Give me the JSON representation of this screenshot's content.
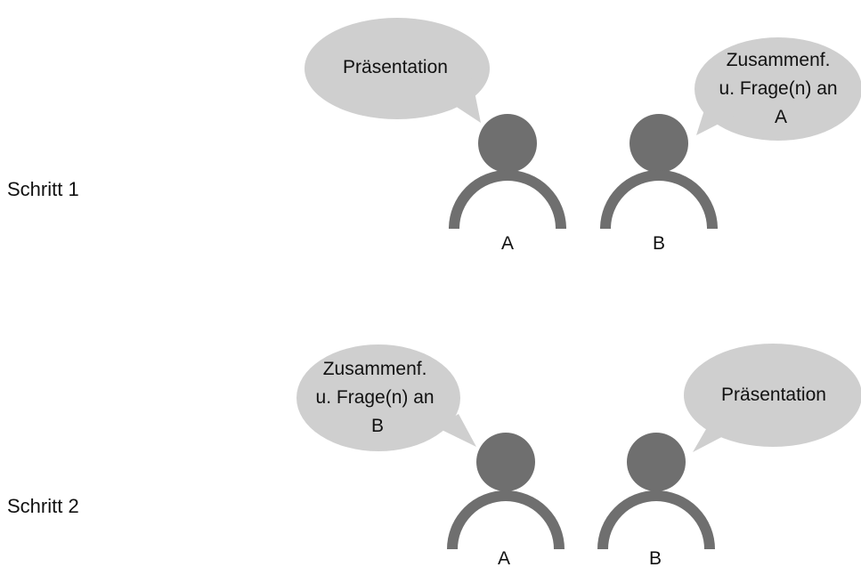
{
  "colors": {
    "person": "#6f6f6f",
    "bubble": "#cfcfcf",
    "text": "#111111"
  },
  "steps": [
    {
      "label": "Schritt 1",
      "person_a": {
        "label": "A",
        "bubble_lines": [
          "Präsentation"
        ]
      },
      "person_b": {
        "label": "B",
        "bubble_lines": [
          "Zusammenf.",
          "u. Frage(n) an",
          "A"
        ]
      }
    },
    {
      "label": "Schritt 2",
      "person_a": {
        "label": "A",
        "bubble_lines": [
          "Zusammenf.",
          "u. Frage(n) an",
          "B"
        ]
      },
      "person_b": {
        "label": "B",
        "bubble_lines": [
          "Präsentation"
        ]
      }
    }
  ]
}
